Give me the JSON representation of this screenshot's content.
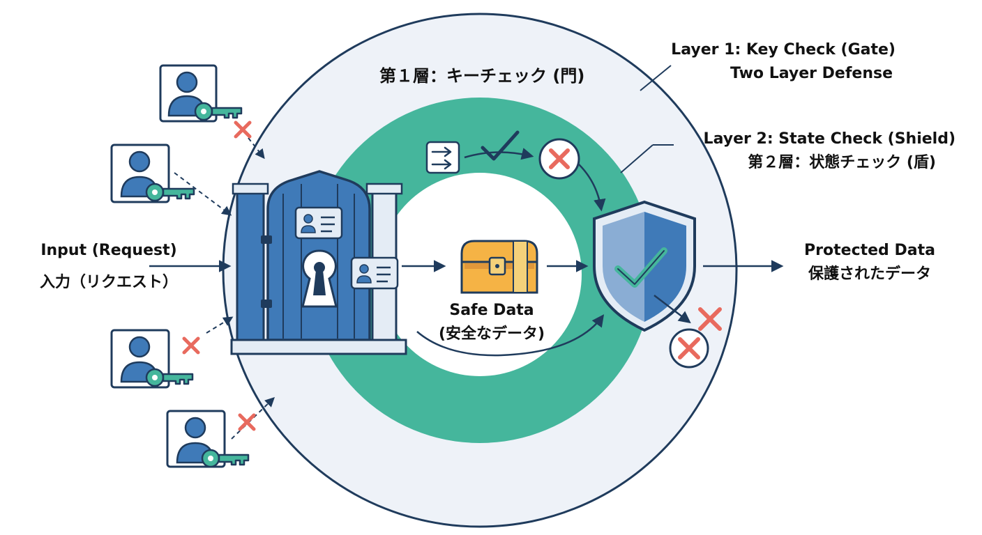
{
  "colors": {
    "outer_ring": "#eef2f8",
    "outer_stroke": "#1f3b5c",
    "inner_ring": "#45b69c",
    "gate_blue": "#3f7ab8",
    "dark_navy": "#1f3b5c",
    "key_teal": "#45b69c",
    "reject_red": "#e86a5e",
    "chest_gold": "#f5b345"
  },
  "labels": {
    "layer1_title_jp": "第１層：キーチェック (門)",
    "layer1_title_en": "Layer 1: Key Check (Gate)",
    "diagram_title": "Two Layer Defense",
    "layer2_title_en": "Layer 2: State Check (Shield)",
    "layer2_title_jp": "第２層：状態チェック (盾)",
    "input_en": "Input (Request)",
    "input_jp": "入力（リクエスト）",
    "safe_data_en": "Safe Data",
    "safe_data_jp": "(安全なデータ)",
    "output_en": "Protected Data",
    "output_jp": "保護されたデータ"
  },
  "requesters": [
    {
      "id": "user-1",
      "status": "rejected",
      "icon": "user-with-key-icon"
    },
    {
      "id": "user-2",
      "status": "accepted",
      "icon": "user-with-key-icon"
    },
    {
      "id": "user-3",
      "status": "rejected",
      "icon": "user-with-key-icon"
    },
    {
      "id": "user-4",
      "status": "rejected",
      "icon": "user-with-key-icon"
    }
  ],
  "icons": {
    "gate": "gate-icon",
    "id_card": "id-card-icon",
    "route": "route-icon",
    "check": "check-icon",
    "reject": "reject-icon",
    "chest": "treasure-chest-icon",
    "shield": "shield-icon"
  }
}
